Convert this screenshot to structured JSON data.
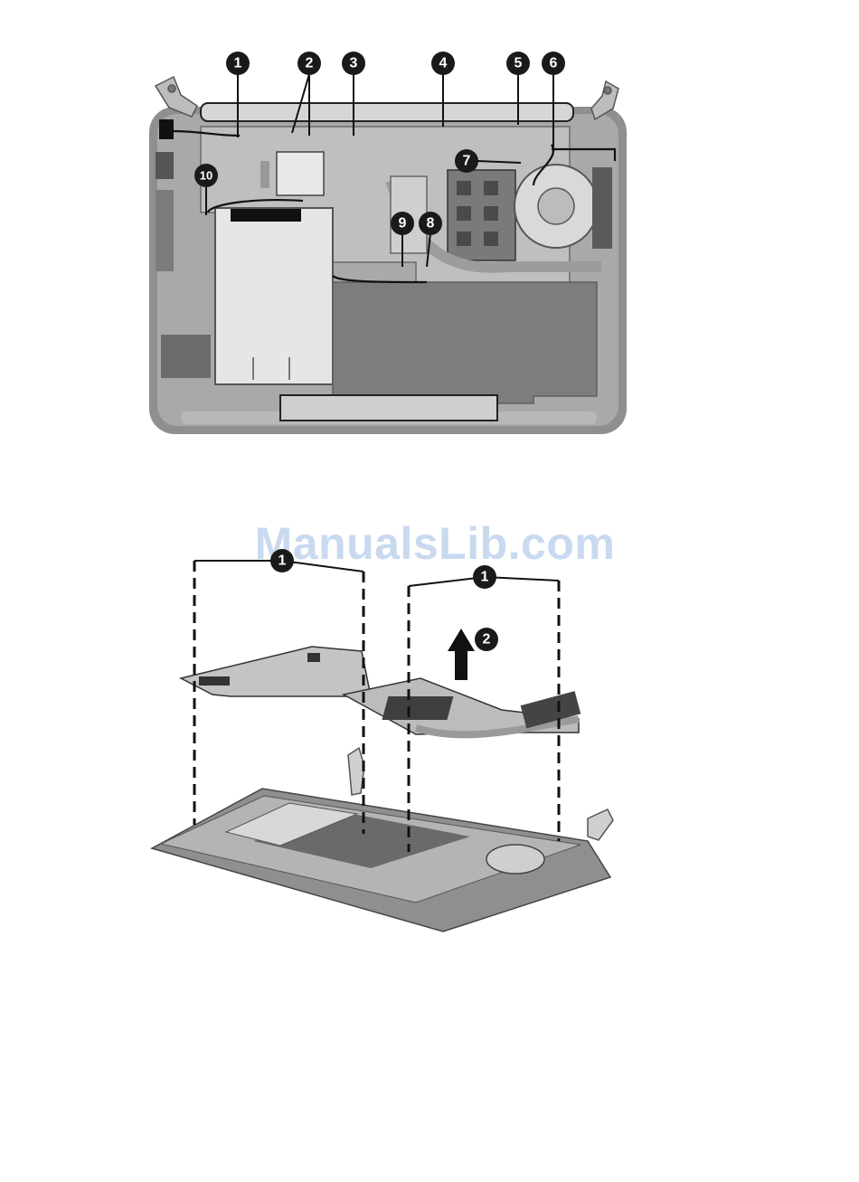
{
  "watermark": "ManualsLib.com",
  "colors": {
    "chassis": "#9a9a9a",
    "chassis_light": "#c8c8c8",
    "board": "#bdbdbd",
    "battery": "#808080",
    "drive": "#e4e4e4",
    "callout": "#1a1a1a",
    "cable": "#111111",
    "watermark": "#c9d9ef"
  },
  "top_figure": {
    "callouts": [
      "1",
      "2",
      "3",
      "4",
      "5",
      "6",
      "7",
      "8",
      "9",
      "10"
    ]
  },
  "bottom_figure": {
    "callouts": [
      "1",
      "1",
      "2"
    ]
  }
}
